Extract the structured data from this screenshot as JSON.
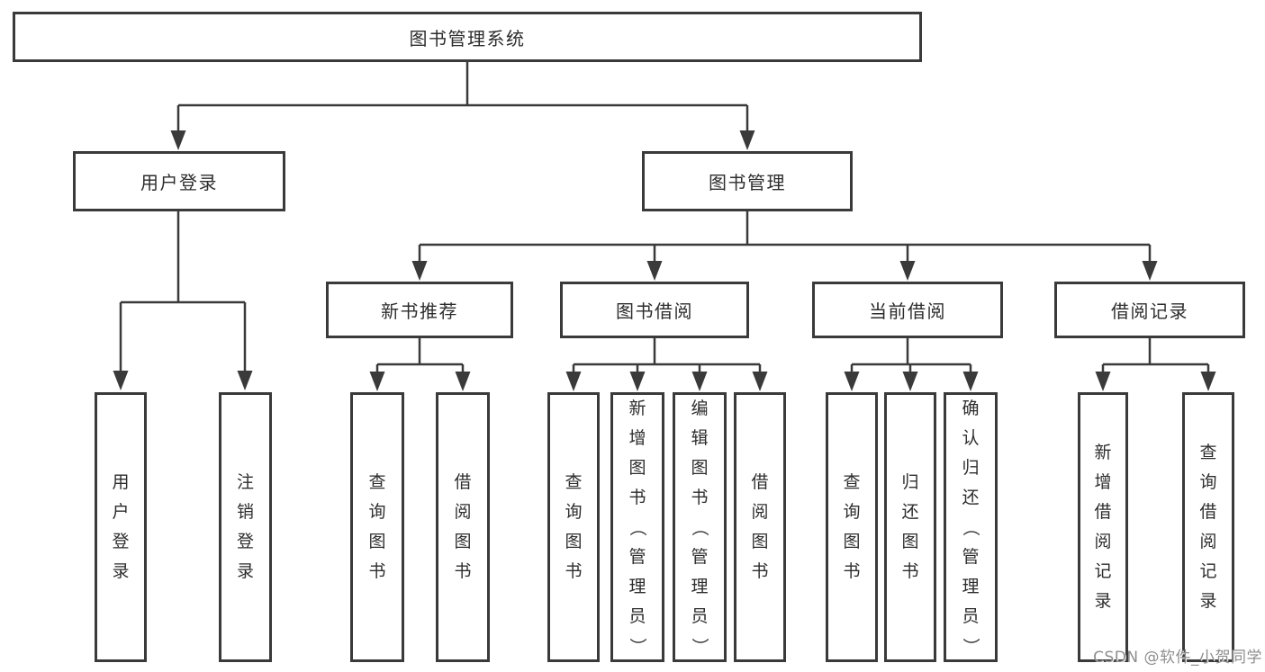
{
  "tree": {
    "root": "图书管理系统",
    "children": [
      {
        "label": "用户登录",
        "children": [
          "用户登录",
          "注销登录"
        ]
      },
      {
        "label": "图书管理",
        "children": [
          {
            "label": "新书推荐",
            "children": [
              "查询图书",
              "借阅图书"
            ]
          },
          {
            "label": "图书借阅",
            "children": [
              "查询图书",
              "新增图书（管理员）",
              "编辑图书（管理员）",
              "借阅图书"
            ]
          },
          {
            "label": "当前借阅",
            "children": [
              "查询图书",
              "归还图书",
              "确认归还（管理员）"
            ]
          },
          {
            "label": "借阅记录",
            "children": [
              "新增借阅记录",
              "查询借阅记录"
            ]
          }
        ]
      }
    ]
  },
  "watermark": "CSDN @软件_小贺同学",
  "colors": {
    "line": "#3a3a3a",
    "text": "#2d2d2d",
    "watermark": "#8e8e8e",
    "background": "#ffffff"
  }
}
